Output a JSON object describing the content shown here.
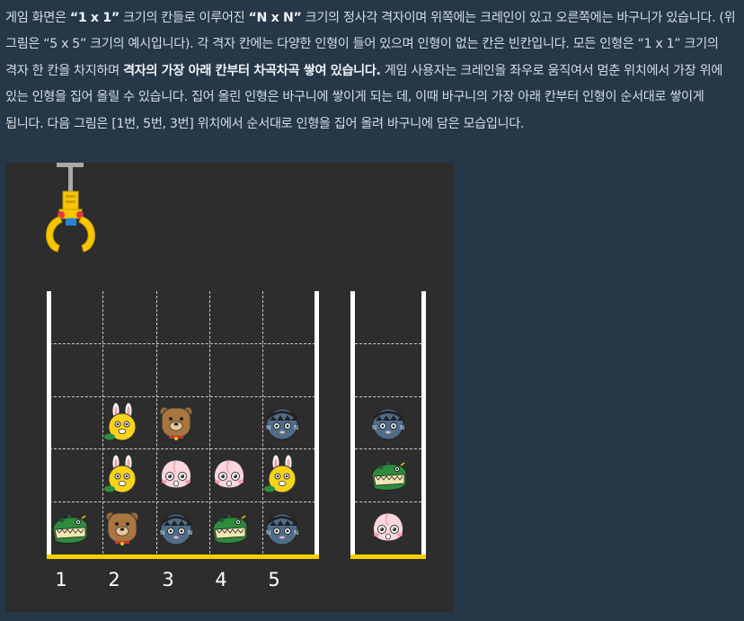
{
  "description": {
    "l1a": "게임 화면은 ",
    "l1b": "“1 x 1”",
    "l1c": " 크기의 칸들로 이루어진 ",
    "l1d": "“N x N”",
    "l1e": " 크기의 정사각 격자이며 위쪽에는 크레인이 있고 오른쪽에는 바구니가 있습니다. (위 그림은 “5 x 5” 크기의 예시입니다). 각 격자 칸에는 다양한 인형이 들어 있으며 인형이 없는 칸은 빈칸입니다. 모든 인형은 “1 x 1” 크기의 격자 한 칸을 차지하며 ",
    "l1f": "격자의 가장 아래 칸부터 차곡차곡 쌓여 있습니다.",
    "l1g": " 게임 사용자는 크레인을 좌우로 움직여서 멈춘 위치에서 가장 위에 있는 인형을 집어 올릴 수 있습니다. 집어 올린 인형은 바구니에 쌓이게 되는 데, 이때 바구니의 가장 아래 칸부터 인형이 순서대로 쌓이게 됩니다. 다음 그림은 [1번, 5번, 3번] 위치에서 순서대로 인형을 집어 올려 바구니에 담은 모습입니다."
  },
  "columns": [
    "1",
    "2",
    "3",
    "4",
    "5"
  ],
  "grid": [
    [
      "empty",
      "empty",
      "empty",
      "empty",
      "empty"
    ],
    [
      "empty",
      "empty",
      "empty",
      "empty",
      "empty"
    ],
    [
      "empty",
      "rabbit",
      "bear",
      "empty",
      "cat"
    ],
    [
      "empty",
      "rabbit",
      "peach",
      "peach",
      "rabbit"
    ],
    [
      "croc",
      "bear",
      "cat",
      "croc",
      "cat"
    ]
  ],
  "basket": [
    "empty",
    "empty",
    "cat",
    "croc",
    "peach"
  ],
  "colors": {
    "page_bg": "#263747",
    "panel_bg": "#2d2d2d",
    "floor": "#f7d000",
    "crane_body": "#f7c600",
    "text": "#d5dde5"
  }
}
